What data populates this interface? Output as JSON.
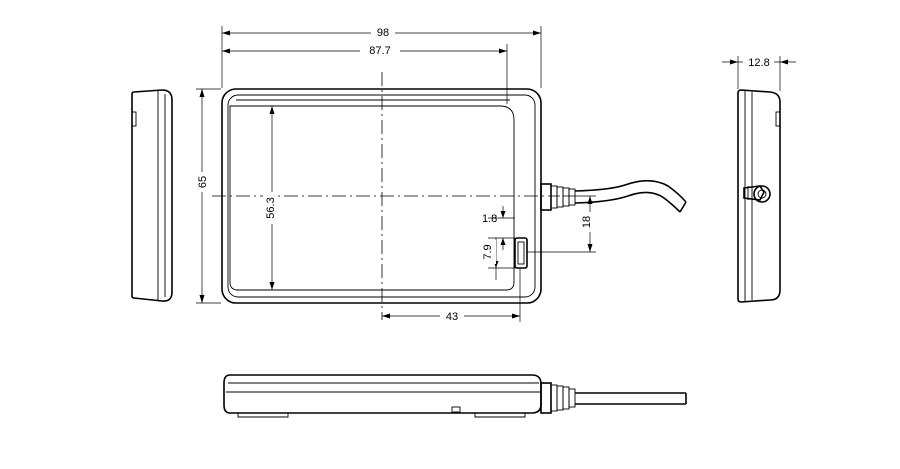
{
  "dimensions": {
    "overall_width": "98",
    "inner_width": "87.7",
    "overall_height": "65",
    "inner_height": "56.3",
    "side_thickness": "12.8",
    "cable_center_from_port": "18",
    "port_offset": "1.8",
    "port_height": "7.9",
    "port_to_centerline": "43"
  },
  "colors": {
    "line": "#000000",
    "background": "#ffffff"
  }
}
